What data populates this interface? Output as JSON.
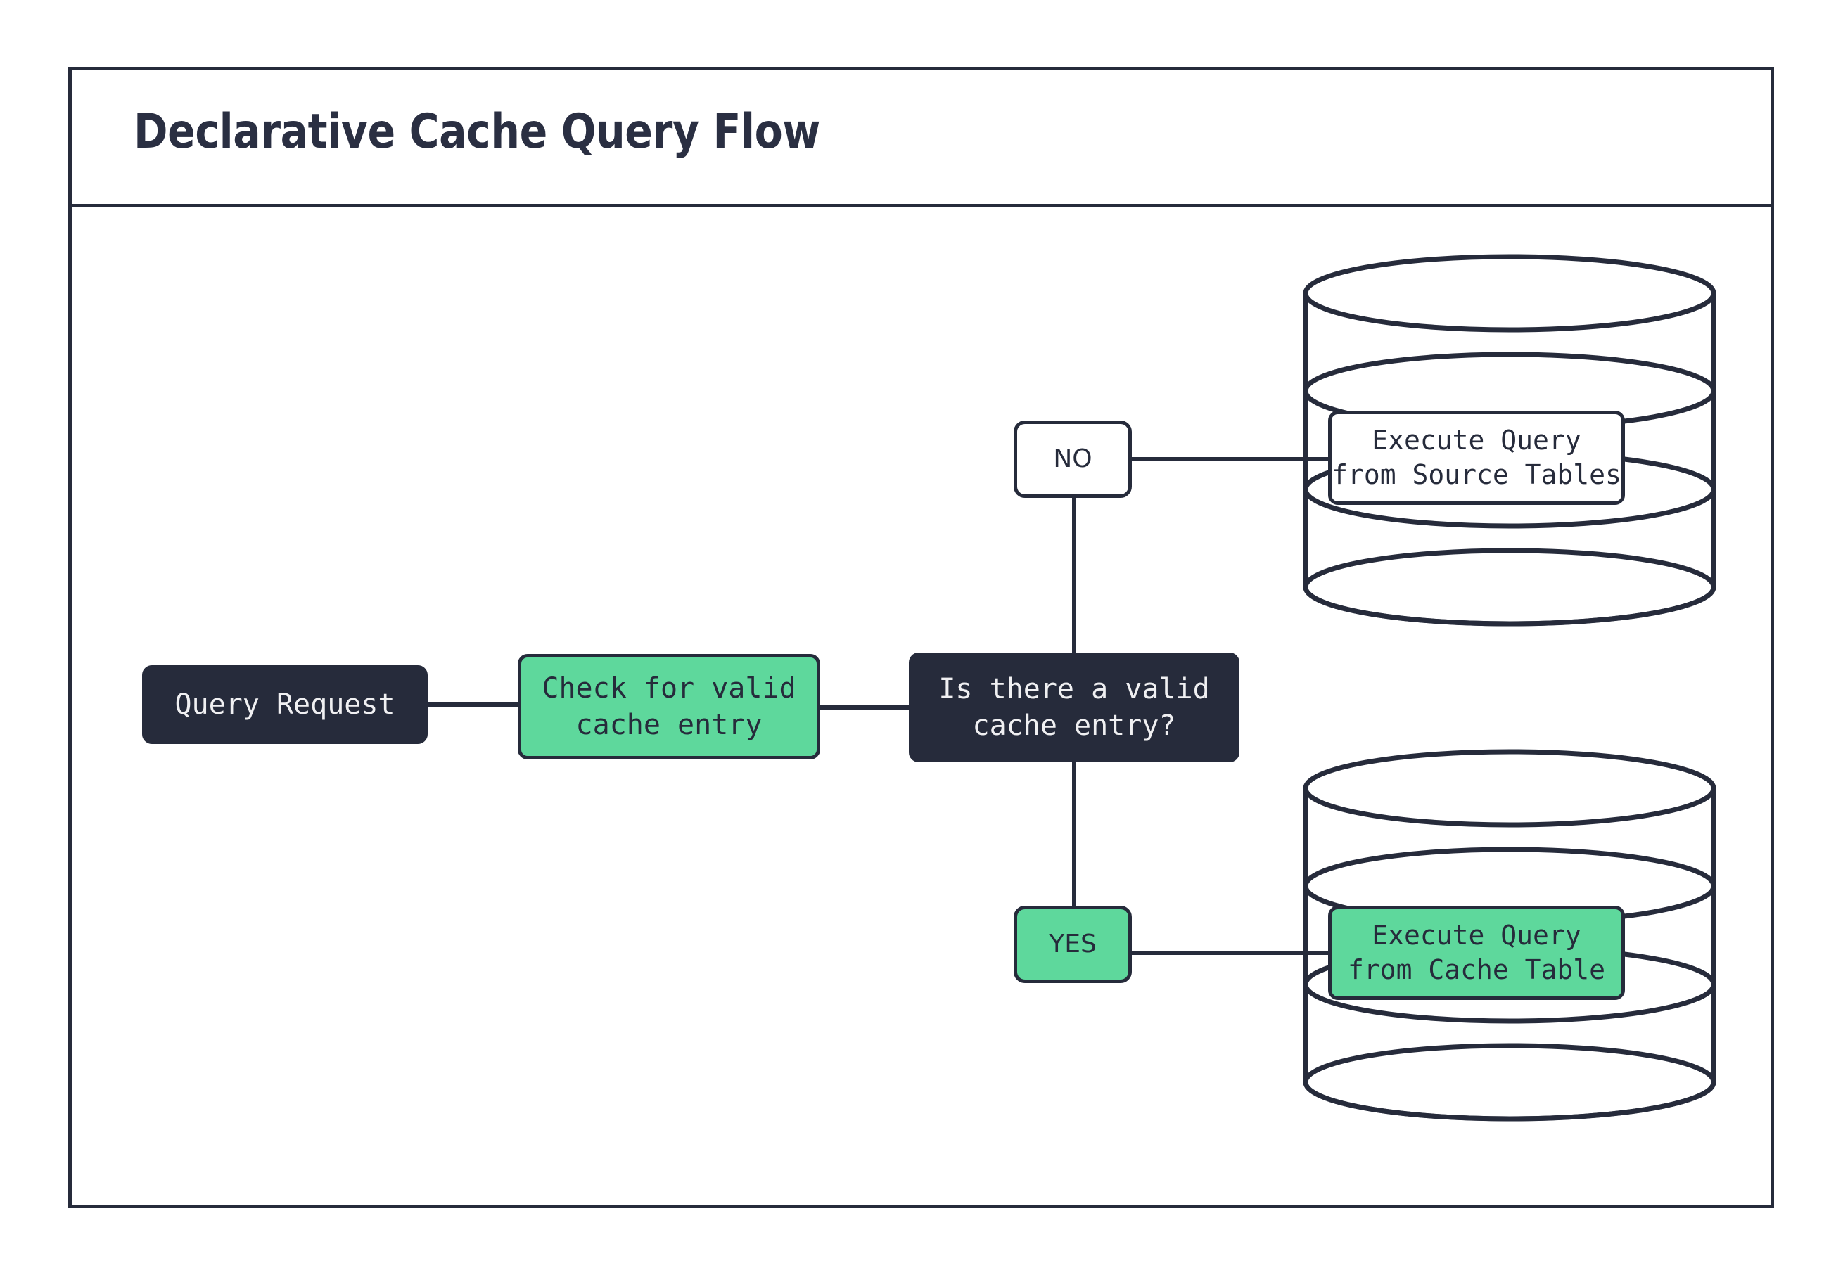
{
  "diagram": {
    "title": "Declarative Cache Query Flow",
    "colors": {
      "ink": "#262B3B",
      "accent_green": "#5ED89C",
      "surface": "#FFFFFF",
      "text_on_dark": "#F0F0F2"
    },
    "nodes": [
      {
        "id": "query-request",
        "label": "Query Request",
        "shape": "rounded-rect",
        "style": "dark"
      },
      {
        "id": "check-cache",
        "label": "Check for valid\ncache entry",
        "shape": "rounded-rect",
        "style": "green"
      },
      {
        "id": "decision",
        "label": "Is there a valid\ncache entry?",
        "shape": "rounded-rect",
        "style": "dark"
      },
      {
        "id": "exec-source",
        "label": "Execute Query\nfrom Source Tables",
        "shape": "database",
        "style": "white"
      },
      {
        "id": "exec-cache",
        "label": "Execute Query\nfrom Cache Table",
        "shape": "database",
        "style": "green"
      }
    ],
    "edge_labels": [
      {
        "id": "no",
        "label": "NO",
        "style": "white"
      },
      {
        "id": "yes",
        "label": "YES",
        "style": "green"
      }
    ],
    "edges": [
      {
        "from": "query-request",
        "to": "check-cache"
      },
      {
        "from": "check-cache",
        "to": "decision"
      },
      {
        "from": "decision",
        "to": "exec-source",
        "label": "NO"
      },
      {
        "from": "decision",
        "to": "exec-cache",
        "label": "YES"
      }
    ]
  }
}
